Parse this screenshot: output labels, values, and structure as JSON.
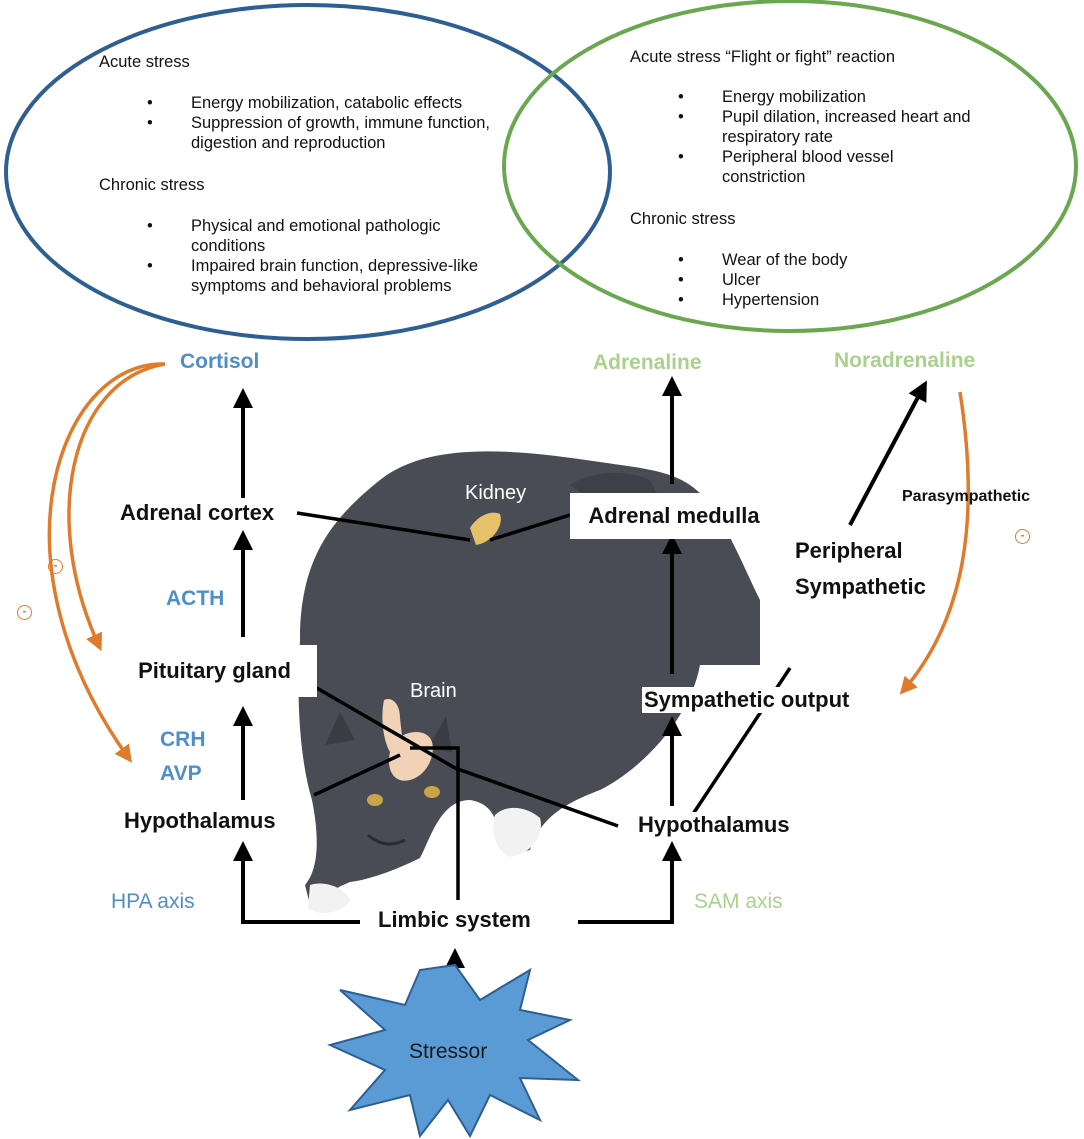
{
  "left_ellipse": {
    "acute_title": "Acute stress",
    "acute_items": [
      "Energy mobilization, catabolic effects",
      "Suppression of growth,  immune function, digestion and reproduction"
    ],
    "chronic_title": "Chronic stress",
    "chronic_items": [
      "Physical and emotional pathologic conditions",
      "Impaired brain function, depressive-like symptoms and behavioral problems"
    ],
    "border_color": "#2e5f92"
  },
  "right_ellipse": {
    "acute_title": "Acute stress “Flight or fight” reaction",
    "acute_items": [
      "Energy mobilization",
      "Pupil dilation, increased heart and respiratory rate",
      "Peripheral blood vessel constriction"
    ],
    "chronic_title": "Chronic stress",
    "chronic_items": [
      "Wear of the body",
      "Ulcer",
      "Hypertension"
    ],
    "border_color": "#6aa84f"
  },
  "bullet": "•",
  "hormones": {
    "cortisol": "Cortisol",
    "adrenaline": "Adrenaline",
    "noradrenaline": "Noradrenaline",
    "acth": "ACTH",
    "crh": "CRH",
    "avp": "AVP"
  },
  "nodes": {
    "adrenal_cortex": "Adrenal cortex",
    "adrenal_medulla": "Adrenal medulla",
    "pituitary_gland": "Pituitary gland",
    "hypothalamus_left": "Hypothalamus",
    "hypothalamus_right": "Hypothalamus",
    "limbic_system": "Limbic system",
    "sympathetic_output": "Sympathetic output",
    "peripheral_sympathetic_line1": "Peripheral",
    "peripheral_sympathetic_line2": "Sympathetic",
    "parasympathetic": "Parasympathetic"
  },
  "axes": {
    "hpa": "HPA axis",
    "sam": "SAM axis"
  },
  "feedback_symbol": "-",
  "cat_labels": {
    "kidney": "Kidney",
    "brain": "Brain"
  },
  "stressor": "Stressor",
  "colors": {
    "hpa_blue": "#4e8fc9",
    "sam_green": "#a9d18e",
    "feedback_orange": "#e07b2c",
    "stressor_fill": "#5b9bd5",
    "cat_fur": "#4a4c55"
  }
}
